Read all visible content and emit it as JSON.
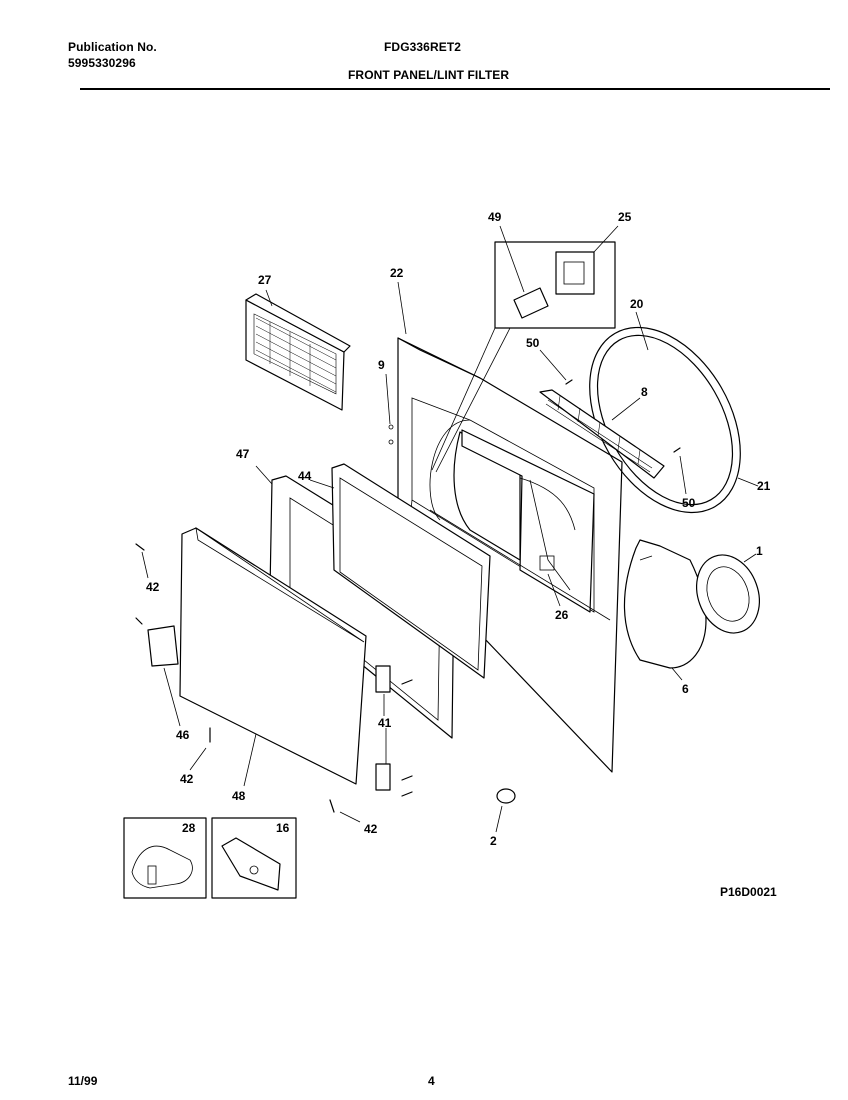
{
  "header": {
    "publication_label": "Publication No.",
    "publication_number": "5995330296",
    "model": "FDG336RET2",
    "section_title": "FRONT PANEL/LINT FILTER"
  },
  "diagram": {
    "figure_code": "P16D0021",
    "callouts": {
      "c49": "49",
      "c25": "25",
      "c27": "27",
      "c22": "22",
      "c20": "20",
      "c50a": "50",
      "c9": "9",
      "c8": "8",
      "c47": "47",
      "c44": "44",
      "c50b": "50",
      "c21": "21",
      "c1": "1",
      "c42a": "42",
      "c26": "26",
      "c6": "6",
      "c46": "46",
      "c41": "41",
      "c42b": "42",
      "c48": "48",
      "c42c": "42",
      "c2": "2",
      "c28": "28",
      "c16": "16"
    }
  },
  "footer": {
    "date": "11/99",
    "page": "4"
  }
}
